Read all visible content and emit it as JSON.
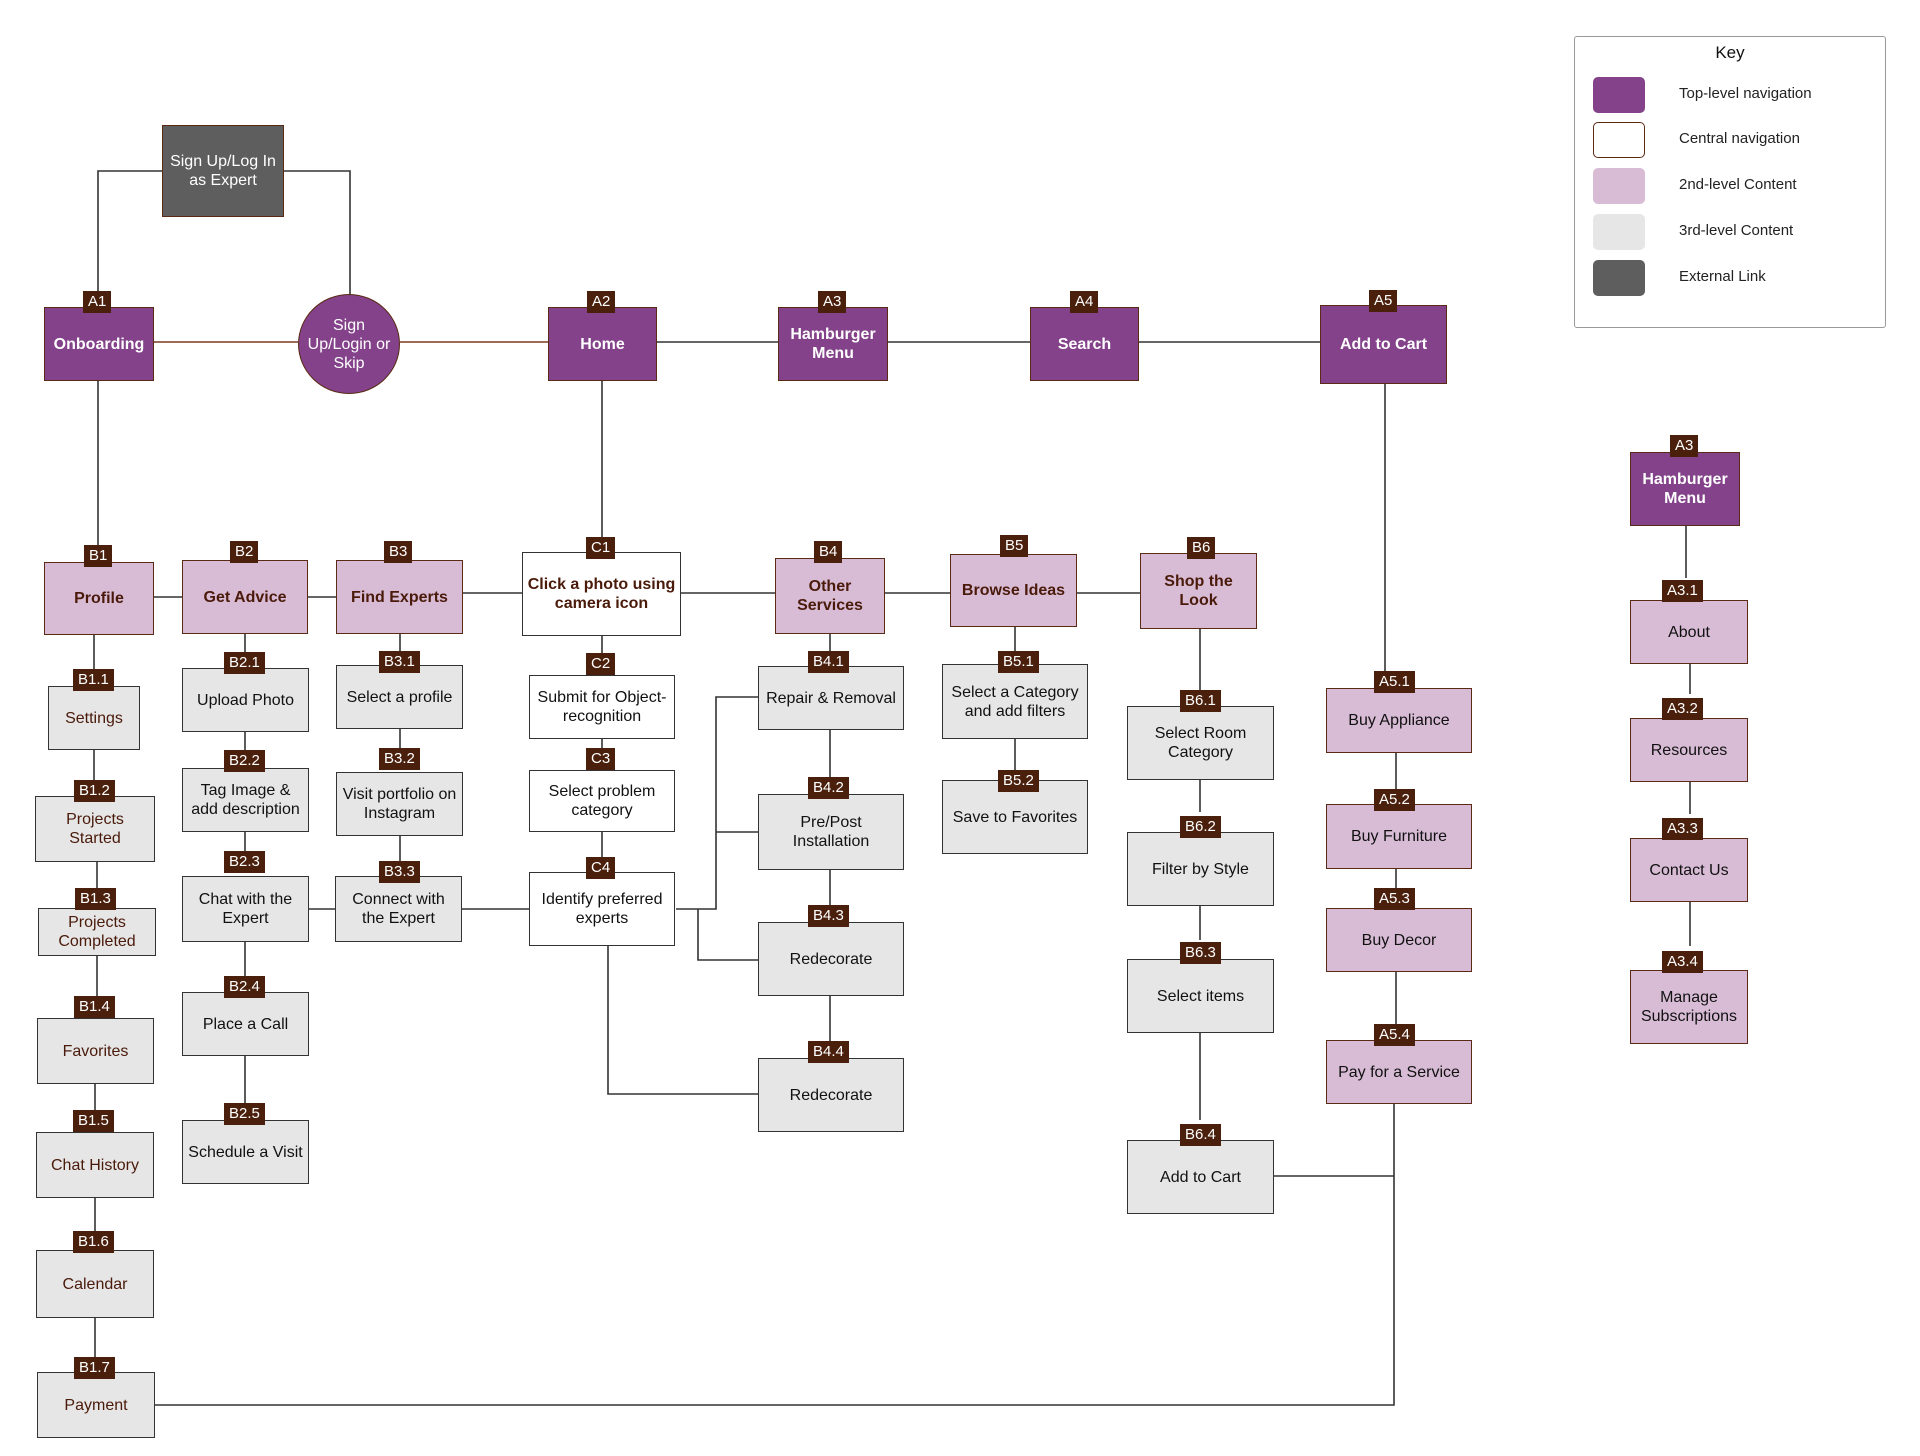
{
  "colors": {
    "top_level": "#834289",
    "central": "#ffffff",
    "second_level": "#d8bcd6",
    "third_level": "#e6e6e6",
    "external": "#5e5e5e",
    "tag": "#4a1f0c"
  },
  "legend": {
    "title": "Key",
    "items": [
      {
        "label": "Top-level navigation",
        "color": "#834289"
      },
      {
        "label": "Central navigation",
        "color": "#ffffff"
      },
      {
        "label": "2nd-level Content",
        "color": "#d8bcd6"
      },
      {
        "label": "3rd-level Content",
        "color": "#e6e6e6"
      },
      {
        "label": "External Link",
        "color": "#5e5e5e"
      }
    ]
  },
  "nodes": {
    "ext": {
      "label": "Sign Up/Log In as Expert"
    },
    "signup": {
      "label": "Sign Up/Login or Skip"
    },
    "a1": {
      "id": "A1",
      "label": "Onboarding"
    },
    "a2": {
      "id": "A2",
      "label": "Home"
    },
    "a3": {
      "id": "A3",
      "label": "Hamburger Menu"
    },
    "a4": {
      "id": "A4",
      "label": "Search"
    },
    "a5": {
      "id": "A5",
      "label": "Add to Cart"
    },
    "a3r": {
      "id": "A3",
      "label": "Hamburger Menu"
    },
    "b1": {
      "id": "B1",
      "label": "Profile"
    },
    "b2": {
      "id": "B2",
      "label": "Get Advice"
    },
    "b3": {
      "id": "B3",
      "label": "Find Experts"
    },
    "c1": {
      "id": "C1",
      "label": "Click a photo using camera icon"
    },
    "b4": {
      "id": "B4",
      "label": "Other Services"
    },
    "b5": {
      "id": "B5",
      "label": "Browse Ideas"
    },
    "b6": {
      "id": "B6",
      "label": "Shop the Look"
    },
    "b1_1": {
      "id": "B1.1",
      "label": "Settings"
    },
    "b1_2": {
      "id": "B1.2",
      "label": "Projects Started"
    },
    "b1_3": {
      "id": "B1.3",
      "label": "Projects Completed"
    },
    "b1_4": {
      "id": "B1.4",
      "label": "Favorites"
    },
    "b1_5": {
      "id": "B1.5",
      "label": "Chat History"
    },
    "b1_6": {
      "id": "B1.6",
      "label": "Calendar"
    },
    "b1_7": {
      "id": "B1.7",
      "label": "Payment"
    },
    "b2_1": {
      "id": "B2.1",
      "label": "Upload Photo"
    },
    "b2_2": {
      "id": "B2.2",
      "label": "Tag Image & add description"
    },
    "b2_3": {
      "id": "B2.3",
      "label": "Chat with the Expert"
    },
    "b2_4": {
      "id": "B2.4",
      "label": "Place a Call"
    },
    "b2_5": {
      "id": "B2.5",
      "label": "Schedule a Visit"
    },
    "b3_1": {
      "id": "B3.1",
      "label": "Select a profile"
    },
    "b3_2": {
      "id": "B3.2",
      "label": "Visit portfolio on Instagram"
    },
    "b3_3": {
      "id": "B3.3",
      "label": "Connect with the Expert"
    },
    "c2": {
      "id": "C2",
      "label": "Submit for Object-recognition"
    },
    "c3": {
      "id": "C3",
      "label": "Select problem category"
    },
    "c4": {
      "id": "C4",
      "label": "Identify preferred experts"
    },
    "b4_1": {
      "id": "B4.1",
      "label": "Repair & Removal"
    },
    "b4_2": {
      "id": "B4.2",
      "label": "Pre/Post Installation"
    },
    "b4_3": {
      "id": "B4.3",
      "label": "Redecorate"
    },
    "b4_4": {
      "id": "B4.4",
      "label": "Redecorate"
    },
    "b5_1": {
      "id": "B5.1",
      "label": "Select a Category and add filters"
    },
    "b5_2": {
      "id": "B5.2",
      "label": "Save to Favorites"
    },
    "b6_1": {
      "id": "B6.1",
      "label": "Select Room Category"
    },
    "b6_2": {
      "id": "B6.2",
      "label": "Filter by Style"
    },
    "b6_3": {
      "id": "B6.3",
      "label": "Select items"
    },
    "b6_4": {
      "id": "B6.4",
      "label": "Add to Cart"
    },
    "a5_1": {
      "id": "A5.1",
      "label": "Buy Appliance"
    },
    "a5_2": {
      "id": "A5.2",
      "label": "Buy Furniture"
    },
    "a5_3": {
      "id": "A5.3",
      "label": "Buy Decor"
    },
    "a5_4": {
      "id": "A5.4",
      "label": "Pay for a Service"
    },
    "a3_1": {
      "id": "A3.1",
      "label": "About"
    },
    "a3_2": {
      "id": "A3.2",
      "label": "Resources"
    },
    "a3_3": {
      "id": "A3.3",
      "label": "Contact Us"
    },
    "a3_4": {
      "id": "A3.4",
      "label": "Manage Subscriptions"
    }
  }
}
